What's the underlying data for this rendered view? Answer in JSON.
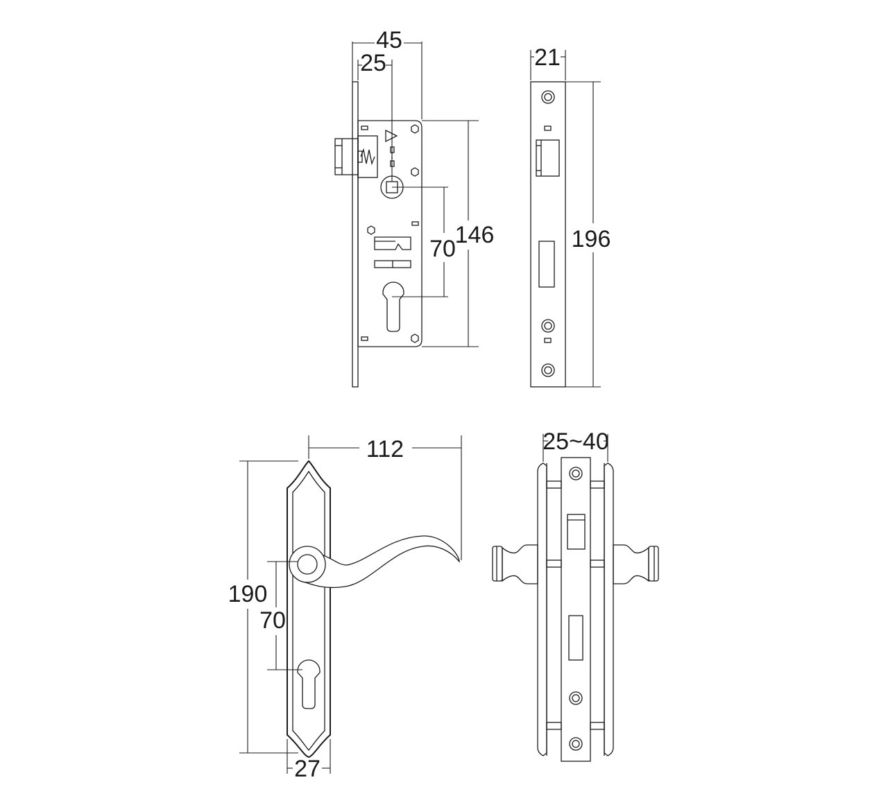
{
  "drawing": {
    "lock_body": {
      "dim_overall_width": "45",
      "dim_backset": "25",
      "dim_centers": "70",
      "dim_case_height": "146"
    },
    "faceplate": {
      "dim_width": "21",
      "dim_height": "196"
    },
    "handle_front": {
      "dim_length": "112",
      "dim_plate_height": "190",
      "dim_centers": "70",
      "dim_plate_width": "27"
    },
    "handle_side": {
      "dim_door_thickness": "25~40"
    }
  },
  "colors": {
    "line": "#1a1a1a",
    "background": "#ffffff"
  }
}
